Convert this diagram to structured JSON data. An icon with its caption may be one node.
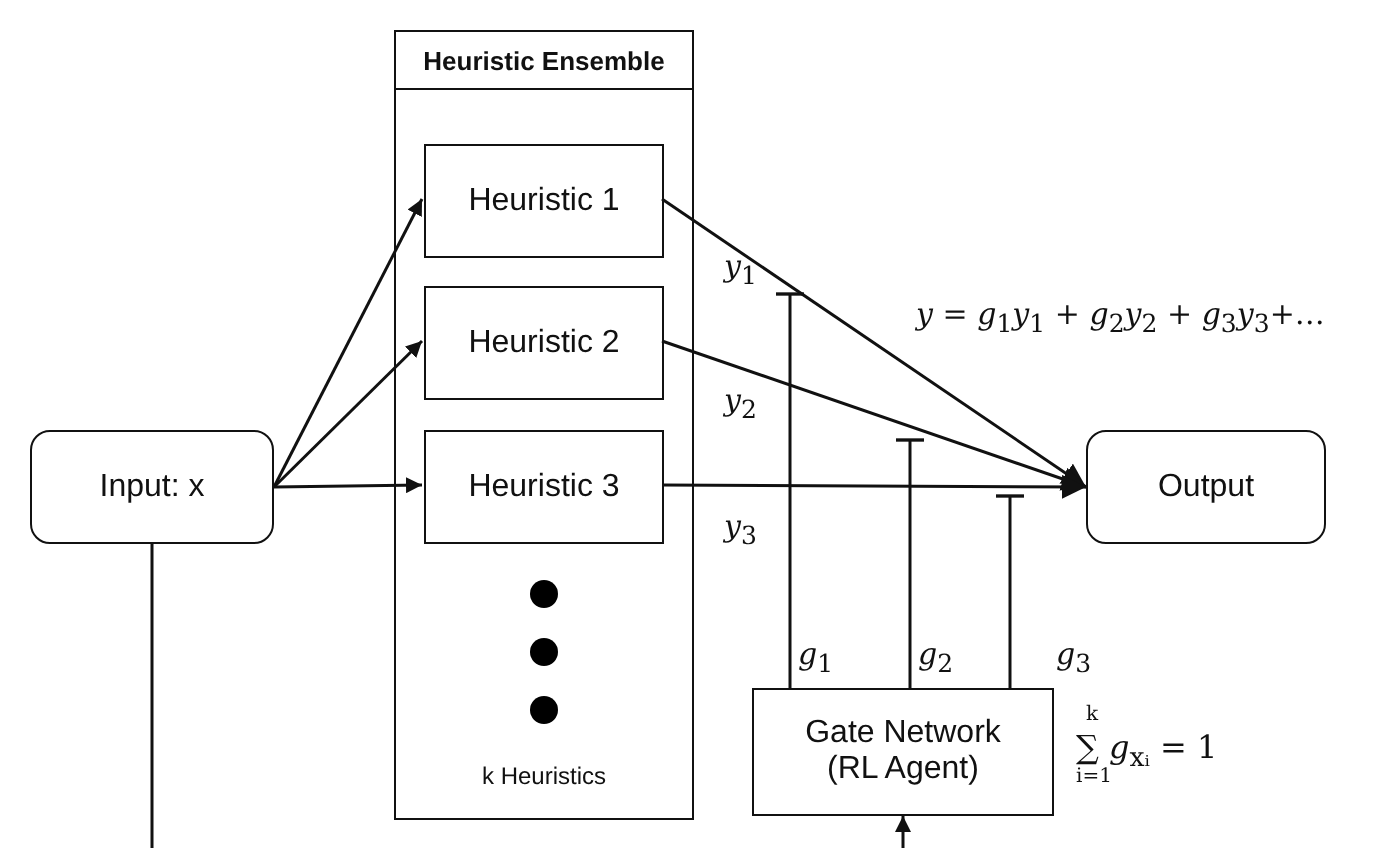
{
  "diagram": {
    "nodes": [
      {
        "text": [
          "Input: x"
        ]
      },
      {
        "text": [
          "Heuristic Ensemble",
          "k Heuristics"
        ]
      },
      {
        "text": [
          "Heuristic 1"
        ],
        "in": 1
      },
      {
        "text": [
          "Heuristic 2"
        ],
        "in": 1
      },
      {
        "text": [
          "Heuristic 3"
        ],
        "in": 1
      },
      {
        "text": [
          "Output"
        ]
      },
      {
        "text": [
          "Gate Network (RL Agent)"
        ]
      }
    ],
    "edges": [
      {
        "from": 0,
        "to": 2,
        "arrow": "to"
      },
      {
        "from": 0,
        "to": 3,
        "arrow": "to"
      },
      {
        "from": 0,
        "to": 4,
        "arrow": "to"
      },
      {
        "from": 2,
        "to": 5,
        "arrow": "to"
      },
      {
        "from": 3,
        "to": 5,
        "arrow": "to"
      },
      {
        "from": 4,
        "to": 5,
        "arrow": "to"
      },
      {
        "from": 0,
        "to": null,
        "arrow": "none"
      },
      {
        "from": null,
        "to": 6,
        "arrow": "to"
      },
      {
        "from": 6,
        "to": null,
        "arrow": "other"
      },
      {
        "from": 6,
        "to": null,
        "arrow": "other"
      },
      {
        "from": 6,
        "to": null,
        "arrow": "other"
      }
    ],
    "labels": [
      "*y*$_{1}$",
      "*y* = *g*$_{1}$*y*$_{1}$ + *g*$_{2}$*y*$_{2}$ + *g*$_{3}$*y*$_{3}$+…",
      "*y*$_{2}$",
      "*y*$_{3}$",
      "*g*$_{1}$",
      "*g*$_{2}$",
      "*g*$_{3}$",
      "∑$^{k}$$_{i=1}$ *g*$_{xᵢ}$ = 1"
    ]
  }
}
